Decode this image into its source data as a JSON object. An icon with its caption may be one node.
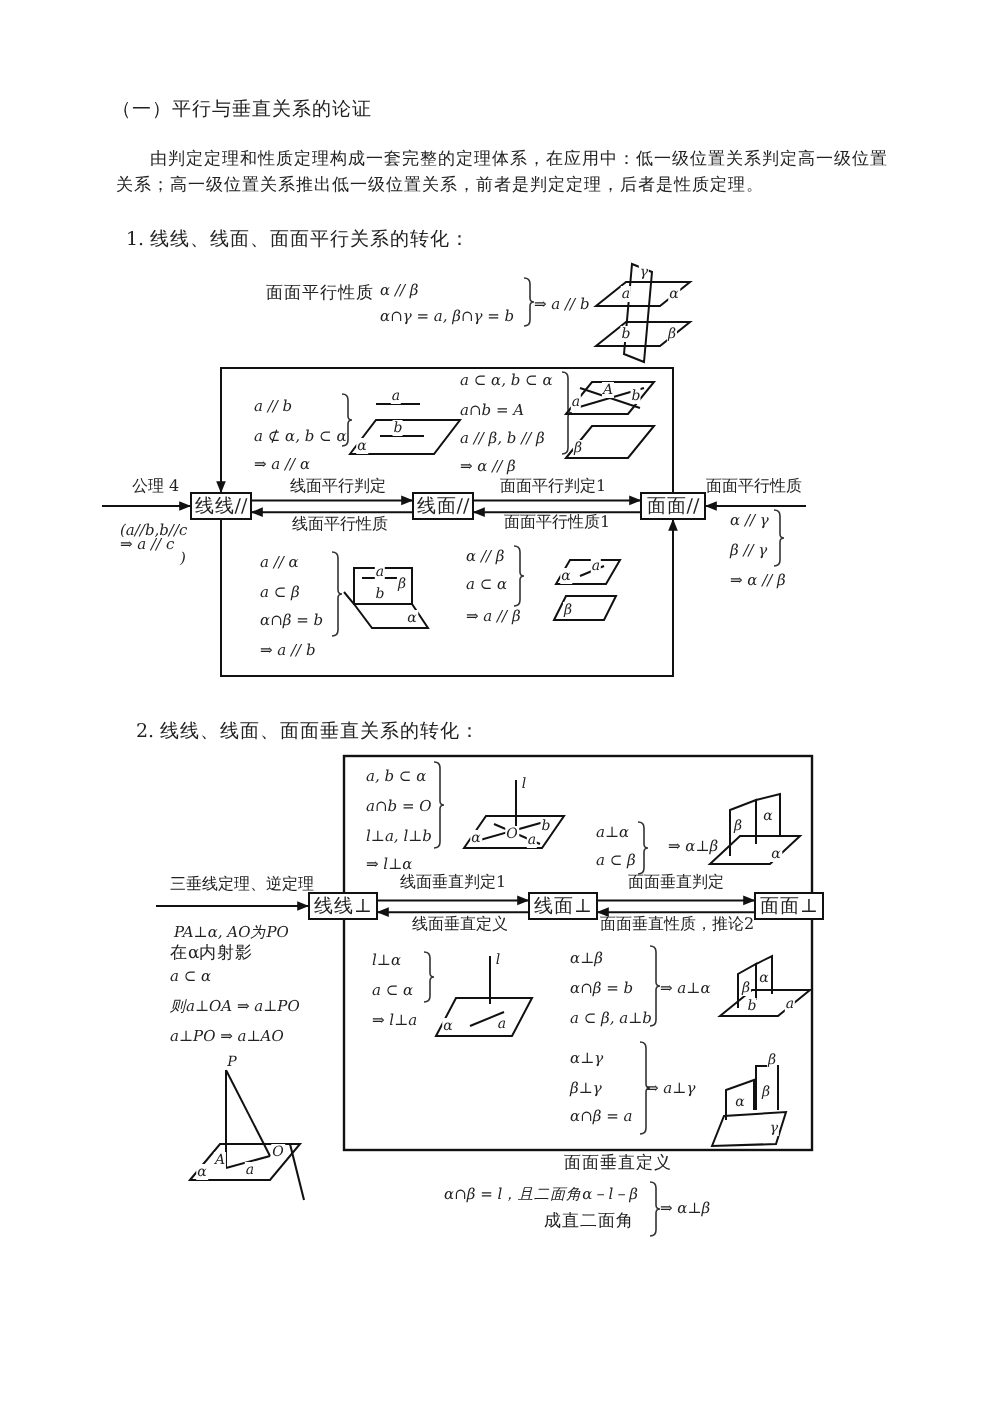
{
  "diagram": {
    "title": "（一）平行与垂直关系的论证",
    "nodes": [
      {
        "text": [
          "线线//"
        ]
      },
      {
        "text": [
          "线面//"
        ]
      },
      {
        "text": [
          "面面//"
        ]
      },
      {
        "text": [
          "线线⊥"
        ]
      },
      {
        "text": [
          "线面⊥"
        ]
      },
      {
        "text": [
          "面面⊥"
        ]
      }
    ],
    "edges": [
      {
        "from": 0,
        "to": 1,
        "arrow": "to",
        "label": "线面平行判定"
      },
      {
        "from": 1,
        "to": 0,
        "arrow": "to",
        "label": "线面平行性质"
      },
      {
        "from": 1,
        "to": 2,
        "arrow": "to",
        "label": "面面平行判定1"
      },
      {
        "from": 2,
        "to": 1,
        "arrow": "to",
        "label": "面面平行性质1"
      },
      {
        "from": null,
        "to": 0,
        "arrow": "to",
        "label": "公理 4"
      },
      {
        "from": null,
        "to": 2,
        "arrow": "to",
        "label": "面面平行性质"
      },
      {
        "from": 2,
        "to": 0,
        "arrow": "to"
      },
      {
        "from": 0,
        "to": 2,
        "arrow": "to"
      },
      {
        "from": null,
        "to": 3,
        "arrow": "to",
        "label": "三垂线定理、逆定理"
      },
      {
        "from": 3,
        "to": 4,
        "arrow": "to",
        "label": "线面垂直判定1"
      },
      {
        "from": 4,
        "to": 3,
        "arrow": "to",
        "label": "线面垂直定义"
      },
      {
        "from": 4,
        "to": 5,
        "arrow": "to",
        "label": "面面垂直判定"
      },
      {
        "from": 5,
        "to": 4,
        "arrow": "to",
        "label": "面面垂直性质，推论2"
      }
    ],
    "labels": [
      "由判定定理和性质定理构成一套完整的定理体系，在应用中：低一级位置关系判定高一级位置关系；高一级位置关系推出低一级位置关系，前者是判定定理，后者是性质定理。",
      "1. 线线、线面、面面平行关系的转化：",
      "面面平行性质",
      "α // β",
      "α∩γ = a, β∩γ = b",
      "⇒ a // b",
      "γ",
      "a",
      "α",
      "b",
      "β",
      "a // b",
      "a ⊄ α, b ⊂ α",
      "⇒ a // α",
      "a",
      "b",
      "α",
      "a ⊂ α, b ⊂ α",
      "a∩b = A",
      "a // β, b // β",
      "⇒ α // β",
      "A",
      "b",
      "a",
      "β",
      "(a//b,b//c",
      "⇒ a // c",
      ")",
      "α // γ",
      "β // γ",
      "⇒ α // β",
      "a // α",
      "a ⊂ β",
      "α∩β = b",
      "⇒ a // b",
      "a",
      "b",
      "β",
      "α",
      "α // β",
      "a ⊂ α",
      "⇒ a // β",
      "a",
      "α",
      "β",
      "2. 线线、线面、面面垂直关系的转化：",
      "a, b ⊂ α",
      "a∩b = O",
      "l⊥a, l⊥b",
      "⇒ l⊥α",
      "l",
      "α",
      "O",
      "b",
      "a",
      "a⊥α",
      "a ⊂ β",
      "⇒ α⊥β",
      "β",
      "α",
      "α",
      "PA⊥α, AO为PO",
      "在α内射影",
      "a ⊂ α",
      "则a⊥OA ⇒ a⊥PO",
      "a⊥PO ⇒ a⊥AO",
      "P",
      "O",
      "A",
      "α",
      "a",
      "l⊥α",
      "a ⊂ α",
      "⇒ l⊥a",
      "l",
      "α",
      "a",
      "α⊥β",
      "α∩β = b",
      "a ⊂ β, a⊥b",
      "⇒ a⊥α",
      "β",
      "α",
      "b",
      "a",
      "α⊥γ",
      "β⊥γ",
      "α∩β = a",
      "⇒ a⊥γ",
      "β",
      "α",
      "β",
      "γ",
      "面面垂直定义",
      "α∩β = l，且二面角α－l－β",
      "成直二面角",
      "⇒ α⊥β"
    ]
  }
}
